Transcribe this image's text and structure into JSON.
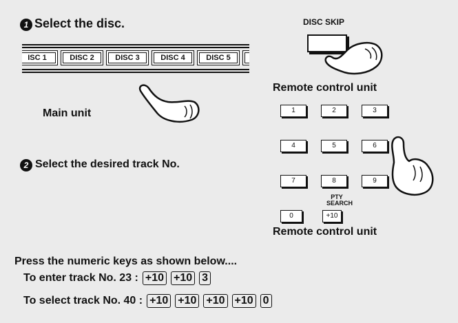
{
  "step1": {
    "number": "1",
    "title": "Select the disc."
  },
  "disc_buttons": [
    "ISC 1",
    "DISC 2",
    "DISC 3",
    "DISC 4",
    "DISC 5"
  ],
  "main_unit_label": "Main unit",
  "disc_skip_label": "DISC SKIP",
  "remote_label_top": "Remote control unit",
  "step2": {
    "number": "2",
    "title": "Select the desired track No."
  },
  "keypad": {
    "rows": [
      [
        "1",
        "2",
        "3"
      ],
      [
        "4",
        "5",
        "6"
      ],
      [
        "7",
        "8",
        "9"
      ]
    ],
    "zero": "0",
    "pty_label_1": "PTY",
    "pty_label_2": "SEARCH",
    "plus10": "+10"
  },
  "remote_label_bottom": "Remote control unit",
  "instructions": {
    "heading": "Press the numeric keys as shown below....",
    "line1_text": "To enter track No. 23 :",
    "line1_keys": [
      "+10",
      "+10",
      "3"
    ],
    "line2_text": "To select track No. 40 :",
    "line2_keys": [
      "+10",
      "+10",
      "+10",
      "+10",
      "0"
    ]
  }
}
